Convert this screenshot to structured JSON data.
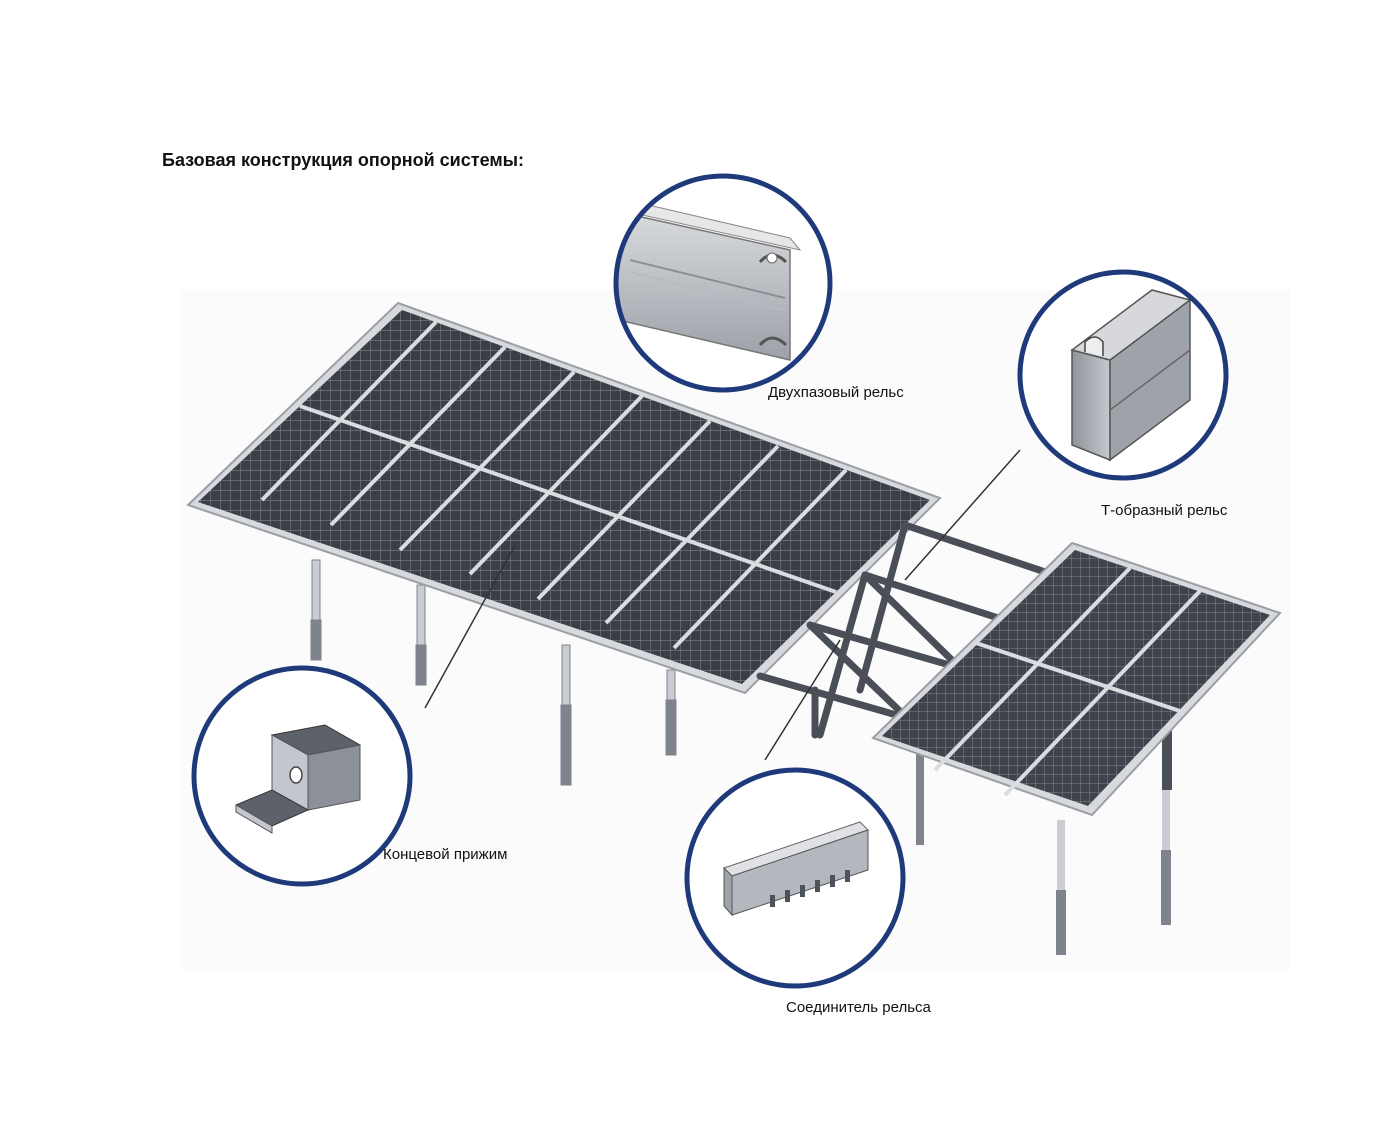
{
  "title": "Базовая конструкция опорной системы:",
  "callouts": {
    "two_slot_rail": {
      "label": "Двухпазовый рельс",
      "icon": "two-slot-rail-icon"
    },
    "t_rail": {
      "label": "Т-образный рельс",
      "icon": "t-rail-icon"
    },
    "end_clamp": {
      "label": "Концевой прижим",
      "icon": "end-clamp-icon"
    },
    "rail_connector": {
      "label": "Соединитель рельса",
      "icon": "rail-connector-icon"
    }
  },
  "colors": {
    "circle_stroke": "#1f3a7a",
    "panel_cell": "#3a3d44",
    "panel_frame": "#c9ccd2",
    "metal": "#8c9099",
    "metal_light": "#c3c6cc"
  }
}
